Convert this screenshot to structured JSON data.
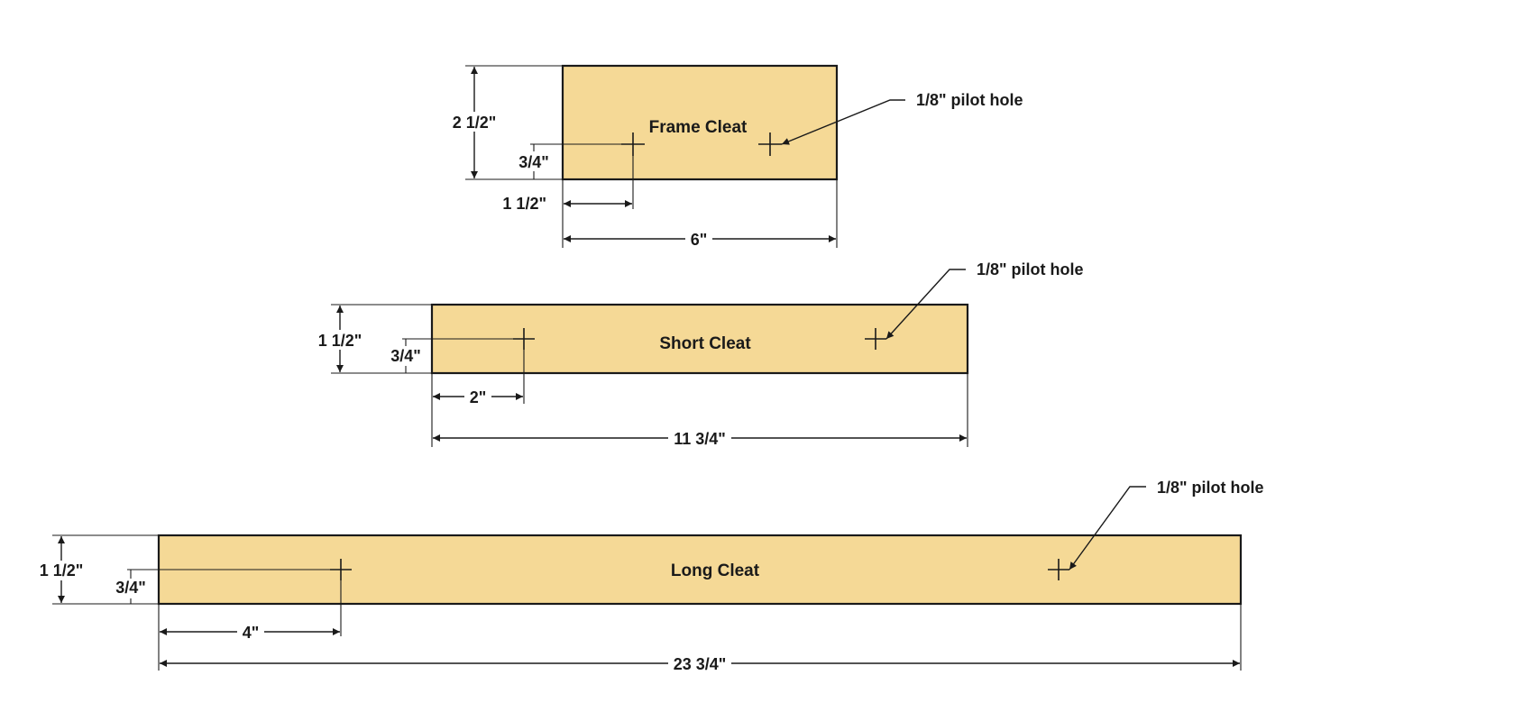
{
  "frame_cleat": {
    "name": "Frame Cleat",
    "width_dim": "2 1/2\"",
    "hole_offset_vertical": "3/4\"",
    "hole_offset_horizontal": "1 1/2\"",
    "length_dim": "6\"",
    "callout": "1/8\" pilot hole"
  },
  "short_cleat": {
    "name": "Short Cleat",
    "width_dim": "1 1/2\"",
    "hole_offset_vertical": "3/4\"",
    "hole_offset_horizontal": "2\"",
    "length_dim": "11 3/4\"",
    "callout": "1/8\" pilot hole"
  },
  "long_cleat": {
    "name": "Long Cleat",
    "width_dim": "1 1/2\"",
    "hole_offset_vertical": "3/4\"",
    "hole_offset_horizontal": "4\"",
    "length_dim": "23 3/4\"",
    "callout": "1/8\" pilot hole"
  }
}
